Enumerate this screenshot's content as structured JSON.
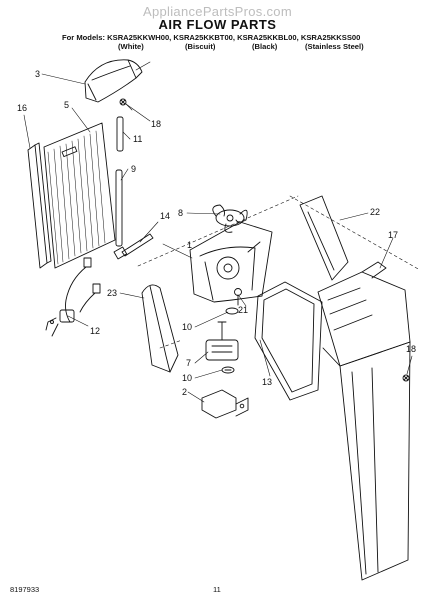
{
  "header": {
    "watermark": "AppliancePartsPros.com",
    "title": "AIR FLOW PARTS",
    "models_line": "For Models: KSRA25KKWH00, KSRA25KKBT00, KSRA25KKBL00, KSRA25KKSS00",
    "variants": [
      "(White)",
      "(Biscuit)",
      "(Black)",
      "(Stainless Steel)"
    ]
  },
  "callouts": [
    "1",
    "2",
    "3",
    "5",
    "7",
    "8",
    "9",
    "10",
    "10",
    "11",
    "12",
    "13",
    "14",
    "16",
    "17",
    "18",
    "18",
    "21",
    "22",
    "23"
  ],
  "footer": {
    "doc_number": "8197933",
    "page_number": "11"
  }
}
